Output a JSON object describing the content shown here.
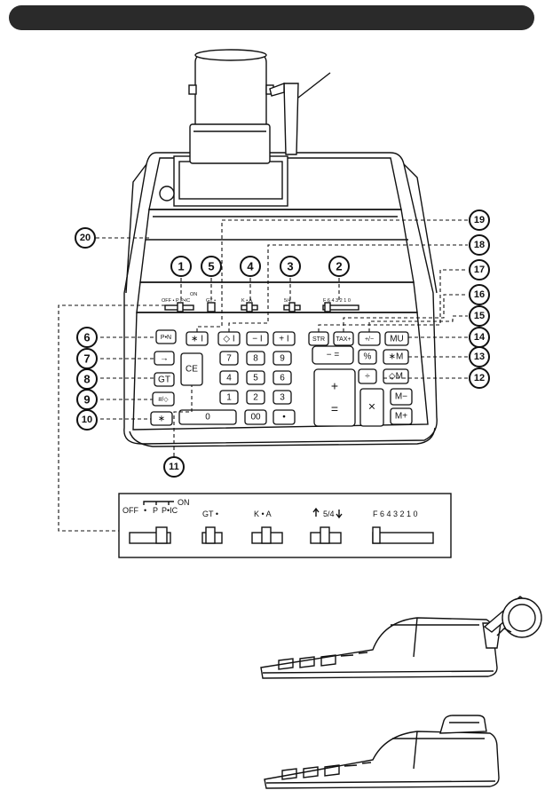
{
  "header": {
    "fill_color": "#2a2a2a"
  },
  "callouts": [
    "1",
    "2",
    "3",
    "4",
    "5",
    "6",
    "7",
    "8",
    "9",
    "10",
    "11",
    "12",
    "13",
    "14",
    "15",
    "16",
    "17",
    "18",
    "19",
    "20"
  ],
  "keys": {
    "k_print_n": "P•N",
    "k_sub": "∗ I",
    "k_diamond": "◇ I",
    "k_minus": "− I",
    "k_plus": "+ I",
    "k_str": "STR",
    "k_tax": "TAX+",
    "k_pm": "+/−",
    "k_mu": "MU",
    "k_arrow": "→",
    "k_ce": "CE",
    "k_7": "7",
    "k_8": "8",
    "k_9": "9",
    "k_4": "4",
    "k_5": "5",
    "k_6": "6",
    "k_1": "1",
    "k_2": "2",
    "k_3": "3",
    "k_0": "0",
    "k_00": "00",
    "k_dot": "•",
    "k_gt": "GT",
    "k_hash": "#/◇",
    "k_star": "∗",
    "k_eq": "− =",
    "k_pct": "%",
    "k_xm": "∗M",
    "k_div": "÷",
    "k_dm": "◇M",
    "k_plus_big": "+",
    "k_eq_big": "=",
    "k_times": "×",
    "k_mminus": "M−",
    "k_mplus": "M+"
  },
  "panel_labels": {
    "print": "OFF • P P•IC",
    "print_on": "ON",
    "gt": "GT •",
    "ka": "K • A",
    "round": "5/4",
    "decimal": "F 6 4 3 2 1 0"
  },
  "detail": {
    "off": "OFF",
    "dot": "•",
    "p": "P",
    "pic": "P•IC",
    "on": "ON",
    "gt": "GT •",
    "ka": "K  •  A",
    "round": "5/4",
    "decimal": "F 6 4 3 2 1 0"
  }
}
